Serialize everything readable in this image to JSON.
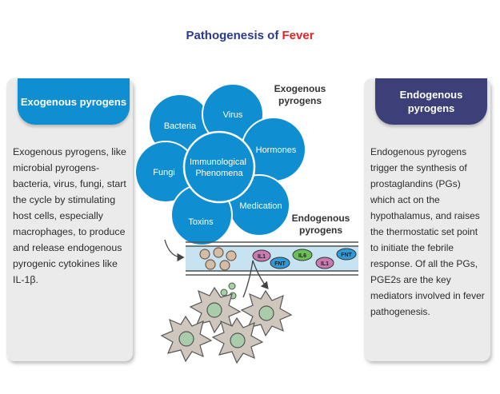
{
  "title": {
    "part1": "Pathogenesis of ",
    "part2": "Fever"
  },
  "left_panel": {
    "heading": "Exogenous pyrogens",
    "text": "Exogenous pyrogens, like microbial pyrogens- bacteria, virus, fungi, start the cycle by stimulating host cells, especially macrophages, to produce and release endogenous pyrogenic cytokines like IL-1β."
  },
  "right_panel": {
    "heading": "Endogenous pyrogens",
    "text": "Endogenous pyrogens trigger the synthesis of prostaglandins (PGs) which act on the hypothalamus, and raises the thermostatic set point to initiate the febrile response. Of all the PGs, PGE2s are the key mediators involved in fever pathogenesis."
  },
  "labels": {
    "exogenous": "Exogenous pyrogens",
    "endogenous": "Endogenous pyrogens"
  },
  "circles": {
    "center": "Immunological Phenomena",
    "bacteria": "Bacteria",
    "virus": "Virus",
    "hormones": "Hormones",
    "fungi": "Fungi",
    "medication": "Medication",
    "toxins": "Toxins"
  },
  "cytokines": [
    "IL1",
    "FNT",
    "IL6",
    "IL1",
    "FNT"
  ],
  "colors": {
    "blue": "#0f8fd2",
    "navy": "#3d3f78",
    "title_blue": "#2a3a8f",
    "title_red": "#e32226",
    "vessel": "#c7e3f2",
    "cell": "#a9ccaa"
  }
}
